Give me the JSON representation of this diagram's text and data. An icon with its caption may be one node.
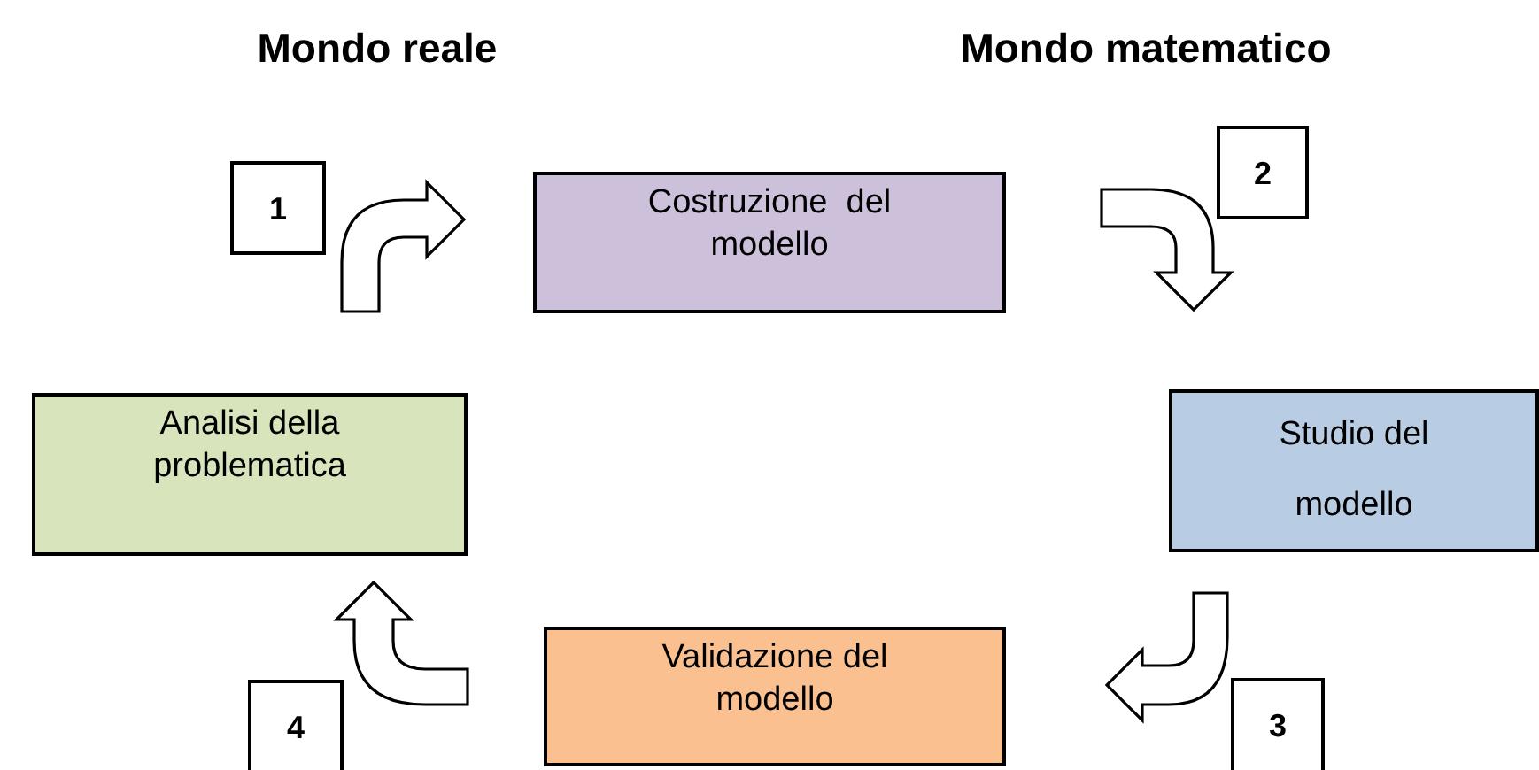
{
  "diagram": {
    "nodes": [
      {
        "text": [
          "Costruzione  del modello"
        ]
      },
      {
        "text": [
          "Studio del modello"
        ]
      },
      {
        "text": [
          "Validazione del modello"
        ]
      },
      {
        "text": [
          "Analisi della problematica"
        ]
      },
      {
        "text": [
          "1"
        ]
      },
      {
        "text": [
          "2"
        ]
      },
      {
        "text": [
          "3"
        ]
      },
      {
        "text": [
          "4"
        ]
      }
    ],
    "edges": [
      {
        "from": 3,
        "to": 0,
        "arrow": "to"
      },
      {
        "from": 0,
        "to": 1,
        "arrow": "to"
      },
      {
        "from": 1,
        "to": 2,
        "arrow": "to"
      },
      {
        "from": 2,
        "to": 3,
        "arrow": "to"
      }
    ],
    "labels": [
      "Mondo reale",
      "Mondo matematico"
    ]
  }
}
